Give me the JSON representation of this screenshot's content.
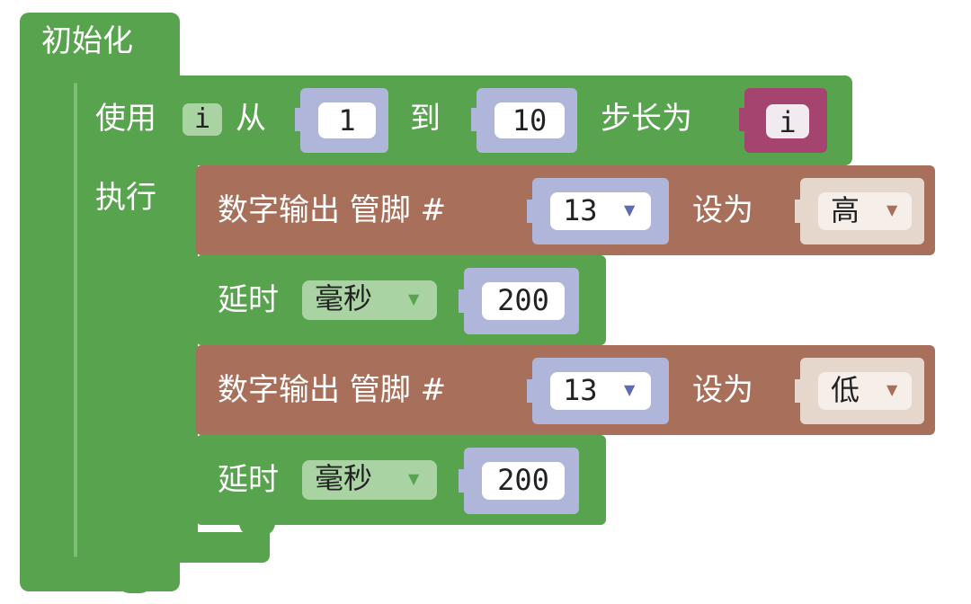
{
  "init_block": {
    "label": "初始化"
  },
  "for_block": {
    "use_label": "使用",
    "var_name": "i",
    "from_label": "从",
    "from_value": "1",
    "to_label": "到",
    "to_value": "10",
    "step_label": "步长为",
    "step_var": "i",
    "do_label": "执行"
  },
  "body": [
    {
      "type": "digital_write",
      "label": "数字输出 管脚 #",
      "pin": "13",
      "set_label": "设为",
      "level": "高"
    },
    {
      "type": "delay",
      "label": "延时",
      "unit": "毫秒",
      "value": "200"
    },
    {
      "type": "digital_write",
      "label": "数字输出 管脚 #",
      "pin": "13",
      "set_label": "设为",
      "level": "低"
    },
    {
      "type": "delay",
      "label": "延时",
      "unit": "毫秒",
      "value": "200"
    }
  ],
  "icons": {
    "dropdown": "▼"
  },
  "colors": {
    "logic_green": "#58a34e",
    "io_brown": "#a8705a",
    "math_blue": "#b0b6d9",
    "variable_magenta": "#a5456f"
  }
}
